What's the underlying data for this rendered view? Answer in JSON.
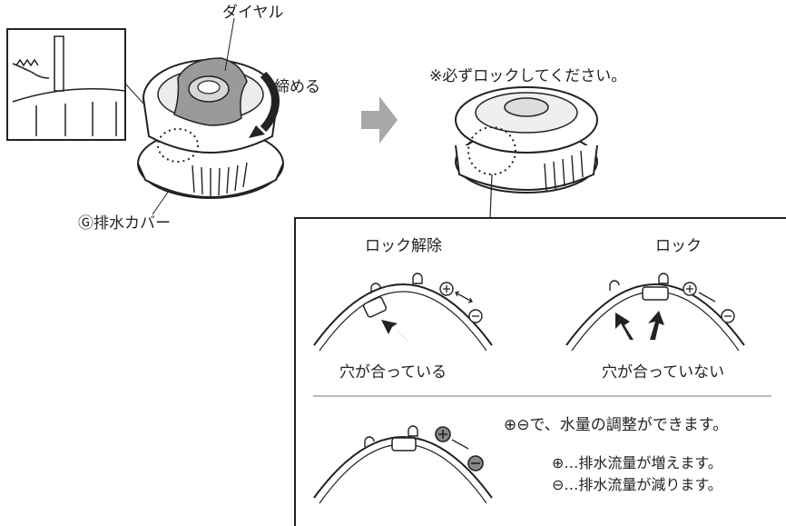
{
  "labels": {
    "dial": "ダイヤル",
    "tighten": "締める",
    "drain_cover": "Ⓖ排水カバー",
    "must_lock": "※必ずロックしてください。"
  },
  "panel": {
    "unlock": {
      "title": "ロック解除",
      "caption": "穴が合っている"
    },
    "lock": {
      "title": "ロック",
      "caption": "穴が合っていない"
    },
    "adjust": {
      "note": "⊕⊖で、水量の調整ができます。",
      "plus_note": "⊕…排水流量が増えます。",
      "minus_note": "⊖…排水流量が減ります。"
    }
  },
  "colors": {
    "dial_gray": "#9a9a9a",
    "arrow_gray": "#a8a8a8",
    "line": "#222222"
  }
}
